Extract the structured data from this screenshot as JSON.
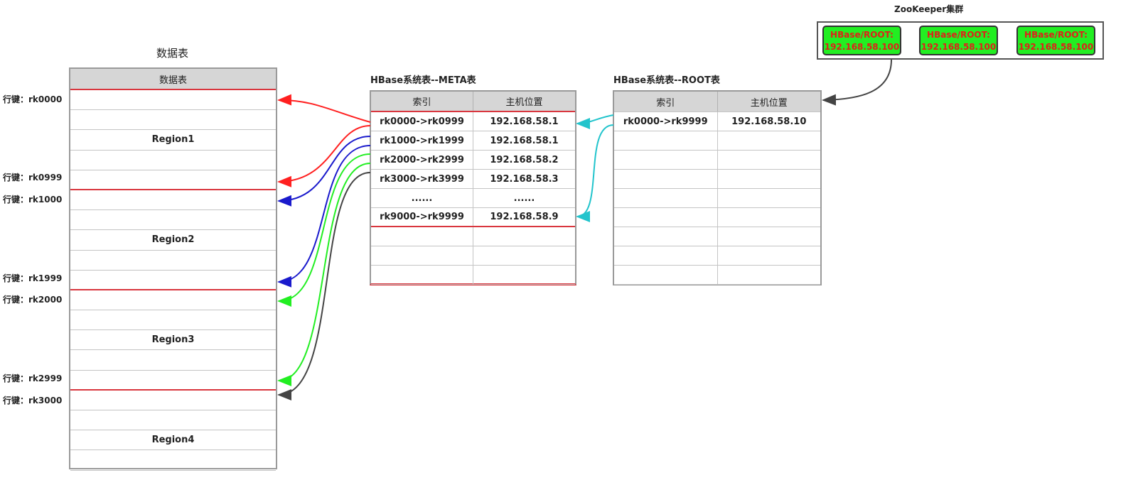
{
  "data_table": {
    "title": "数据表",
    "header": "数据表",
    "regions": [
      "Region1",
      "Region2",
      "Region3",
      "Region4"
    ],
    "row_keys": [
      "行键：rk0000",
      "行键：rk0999",
      "行键：rk1000",
      "行键：rk1999",
      "行键：rk2000",
      "行键：rk2999",
      "行键：rk3000"
    ]
  },
  "meta_table": {
    "title": "HBase系统表--META表",
    "columns": [
      "索引",
      "主机位置"
    ],
    "rows": [
      [
        "rk0000->rk0999",
        "192.168.58.1"
      ],
      [
        "rk1000->rk1999",
        "192.168.58.1"
      ],
      [
        "rk2000->rk2999",
        "192.168.58.2"
      ],
      [
        "rk3000->rk3999",
        "192.168.58.3"
      ],
      [
        "......",
        "......"
      ],
      [
        "rk9000->rk9999",
        "192.168.58.9"
      ],
      [
        "",
        ""
      ],
      [
        "",
        ""
      ],
      [
        "",
        ""
      ]
    ]
  },
  "root_table": {
    "title": "HBase系统表--ROOT表",
    "columns": [
      "索引",
      "主机位置"
    ],
    "rows": [
      [
        "rk0000->rk9999",
        "192.168.58.10"
      ],
      [
        "",
        ""
      ],
      [
        "",
        ""
      ],
      [
        "",
        ""
      ],
      [
        "",
        ""
      ],
      [
        "",
        ""
      ],
      [
        "",
        ""
      ],
      [
        "",
        ""
      ],
      [
        "",
        ""
      ]
    ]
  },
  "zookeeper": {
    "title": "ZooKeeper集群",
    "nodes": [
      {
        "line1": "HBase/ROOT:",
        "line2": "192.168.58.100"
      },
      {
        "line1": "HBase/ROOT:",
        "line2": "192.168.58.100"
      },
      {
        "line1": "HBase/ROOT:",
        "line2": "192.168.58.100"
      }
    ]
  },
  "colors": {
    "red": "#ff2020",
    "blue": "#1a1acc",
    "green": "#22ee22",
    "dark": "#444444",
    "cyan": "#22c4cc"
  }
}
